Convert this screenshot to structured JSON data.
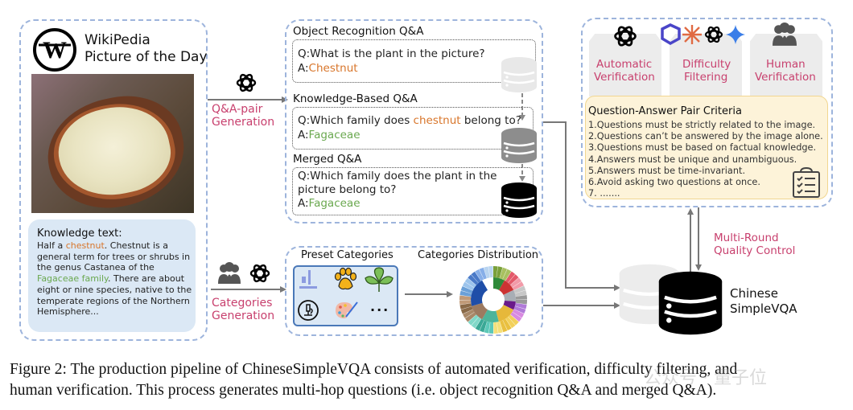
{
  "source": {
    "logo_label_line1": "WikiPedia",
    "logo_label_line2": "Picture of the Day",
    "logo_icon": "wikipedia-w-icon",
    "photo_subject": "half chestnut photo",
    "knowledge": {
      "title": "Knowledge text:",
      "line1_pre": "Half a ",
      "line1_highlight": "chestnut",
      "line1_post": ". Chestnut is a",
      "line2": "general term for trees or shrubs in",
      "line3": "the genus Castanea of the",
      "line4_highlight": "Fagaceae family",
      "line4_post": ". There are about",
      "line5": "eight or nine species, native to the",
      "line6": "temperate regions of the Northern",
      "line7": "Hemisphere..."
    }
  },
  "arrows": {
    "qa_gen_line1": "Q&A-pair",
    "qa_gen_line2": "Generation",
    "cat_gen_line1": "Categories",
    "cat_gen_line2": "Generation",
    "quality_line1": "Multi-Round",
    "quality_line2": "Quality Control"
  },
  "qa_panel": {
    "sections": [
      {
        "title": "Object Recognition Q&A",
        "q": "Q:What is the plant in the picture?",
        "a_prefix": "A:",
        "a": "Chestnut"
      },
      {
        "title": "Knowledge-Based Q&A",
        "q_pre": "Q:Which family does ",
        "q_highlight": "chestnut",
        "q_post": " belong to?",
        "a_prefix": "A:",
        "a": "Fagaceae"
      },
      {
        "title": "Merged Q&A",
        "q_line1": "Q:Which family does the plant in the",
        "q_line2": "picture belong to?",
        "a_prefix": "A:",
        "a": "Fagaceae"
      }
    ]
  },
  "categories_panel": {
    "preset_title": "Preset Categories",
    "distribution_title": "Categories Distribution",
    "preset_icons": [
      "lab-icon",
      "paw-icon",
      "leaf-icon",
      "microscope-icon",
      "palette-icon",
      "more-icon"
    ],
    "more_label": "..."
  },
  "verification": {
    "cards": [
      {
        "label_line1": "Automatic",
        "label_line2": "Verification",
        "icon": "openai-icon"
      },
      {
        "label_line1": "Difficulty",
        "label_line2": "Filtering",
        "icon": "model-logos-icon"
      },
      {
        "label_line1": "Human",
        "label_line2": "Verification",
        "icon": "people-icon"
      }
    ],
    "criteria_title": "Question-Answer Pair Criteria",
    "criteria": [
      "1.Questions must be strictly related to the image.",
      "2.Questions can’t be answered by the image alone.",
      "3.Questions must be based on factual knowledge.",
      "4.Answers must be unique and unambiguous.",
      "5.Answers must be time-invariant.",
      "6.Avoid asking two questions at once.",
      "7. ......."
    ]
  },
  "output": {
    "label_line1": "Chinese",
    "label_line2": "SimpleVQA"
  },
  "caption": {
    "line1": "Figure 2: The production pipeline of ChineseSimpleVQA consists of automated verification, difficulty filtering, and",
    "line2": "human verification. This process generates multi-hop questions (i.e. object recognition Q&A and merged Q&A).",
    "watermark": "公众号 · 量子位"
  },
  "colors": {
    "accent_pink": "#c8406e",
    "orange": "#d8752a",
    "green": "#6aa84f",
    "dash_blue": "#9db4dc",
    "knowledge_bg": "#dbe8f5",
    "criteria_bg": "#fdf3d9"
  }
}
